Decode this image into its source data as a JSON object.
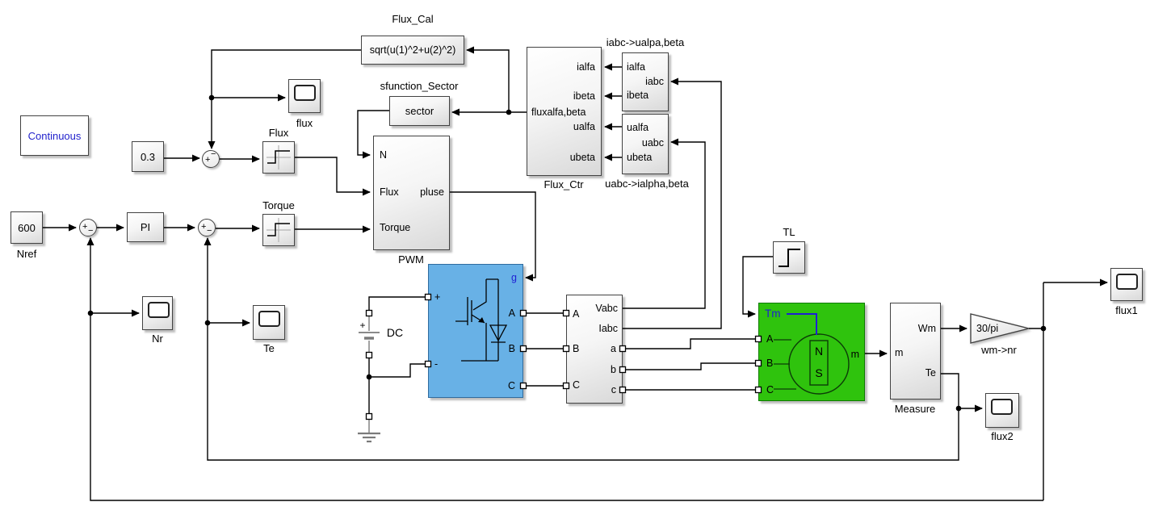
{
  "colors": {
    "background": "#ffffff",
    "inverter_fill": "#68b1e6",
    "machine_fill": "#2fc30d",
    "special_port_text": "#1f1fd4",
    "powergui_text": "#2222cc",
    "wire": "#000000"
  },
  "blocks": {
    "powergui": {
      "label": "Continuous"
    },
    "flux_ref": {
      "value": "0.3"
    },
    "speed_ref": {
      "value": "600",
      "label": "Nref"
    },
    "pi": {
      "label": "PI"
    },
    "sum_speed": {
      "plus": "+",
      "minus": "−"
    },
    "sum_flux": {
      "plus": "+",
      "minus": "−"
    },
    "sum_torque": {
      "plus": "+",
      "minus": "−"
    },
    "relay_flux": {
      "label": "Flux"
    },
    "relay_torque": {
      "label": "Torque"
    },
    "flux_cal": {
      "label": "Flux_Cal",
      "text": "sqrt(u(1)^2+u(2)^2)"
    },
    "sector": {
      "label": "sfunction_Sector",
      "text": "sector"
    },
    "pwm": {
      "label": "PWM",
      "in_n": "N",
      "in_flux": "Flux",
      "in_torque": "Torque",
      "out_pulse": "pluse"
    },
    "scope_flux": {
      "label": "flux"
    },
    "scope_nr": {
      "label": "Nr"
    },
    "scope_te": {
      "label": "Te"
    },
    "scope_flux1": {
      "label": "flux1"
    },
    "scope_flux2": {
      "label": "flux2"
    },
    "flux_ctr": {
      "label": "Flux_Ctr",
      "in_ialfa": "ialfa",
      "in_ibeta": "ibeta",
      "in_ualfa": "ualfa",
      "in_ubeta": "ubeta",
      "out_flux": "fluxalfa,beta"
    },
    "iabc2ualphabeta": {
      "label": "iabc->ualpa,beta",
      "out_ialfa": "ialfa",
      "out_ibeta": "ibeta",
      "in_iabc": "iabc"
    },
    "uabc2ialphabeta": {
      "label": "uabc->ialpha,beta",
      "out_ualfa": "ualfa",
      "out_ubeta": "ubeta",
      "in_uabc": "uabc"
    },
    "inverter": {
      "port_g": "g",
      "port_plus": "+",
      "port_minus": "-",
      "port_a": "A",
      "port_b": "B",
      "port_c": "C"
    },
    "dc_source": {
      "label": "DC",
      "plus": "+"
    },
    "vi_measure": {
      "in_a": "A",
      "in_b": "B",
      "in_c": "C",
      "out_vabc": "Vabc",
      "out_iabc": "Iabc",
      "out_a": "a",
      "out_b": "b",
      "out_c": "c"
    },
    "tl_step": {
      "label": "TL"
    },
    "machine": {
      "port_tm": "Tm",
      "port_a": "A",
      "port_b": "B",
      "port_c": "C",
      "port_m": "m",
      "rotor_n": "N",
      "rotor_s": "S"
    },
    "measure": {
      "label": "Measure",
      "in_m": "m",
      "out_wm": "Wm",
      "out_te": "Te"
    },
    "gain": {
      "value": "30/pi",
      "label": "wm->nr"
    }
  }
}
